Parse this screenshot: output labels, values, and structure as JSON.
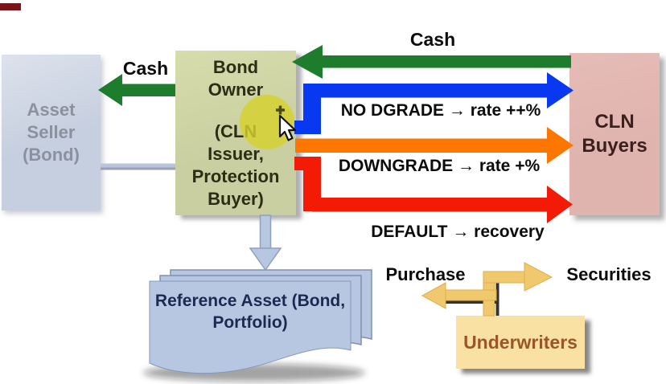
{
  "colors": {
    "arrow_green": "#1d7d2d",
    "arrow_blue": "#0839f0",
    "arrow_orange": "#fd7700",
    "arrow_red": "#f31b06",
    "arrow_yellow": "#f0c96e",
    "shadow_line": "#37332e",
    "asset_box": "#c6cfdf",
    "asset_text": "#8b919e",
    "bond_box": "#c9cfa0",
    "bond_text": "#2b2e15",
    "cln_box": "#dfb3ae",
    "cln_text": "#3a1f1d",
    "und_box": "#f9e1a3",
    "und_text": "#9b5526",
    "doc_blue": "#b7c7e1",
    "doc_text": "#1c2a52",
    "link_blue": "#b9c5dd",
    "highlight": "#d5d12d"
  },
  "boxes": {
    "asset_seller": {
      "lines": [
        "Asset",
        "Seller",
        "(Bond)"
      ]
    },
    "bond_owner": {
      "lines": [
        "Bond",
        "Owner",
        "(CLN",
        "Issuer,",
        "Protection",
        "Buyer)"
      ]
    },
    "cln_buyers": {
      "lines": [
        "CLN",
        "Buyers"
      ]
    },
    "underwriters": {
      "label": "Underwriters"
    },
    "reference_asset": {
      "lines": [
        "Reference Asset",
        "(Bond, Portfolio)"
      ]
    }
  },
  "arrows": {
    "cash_to_seller": {
      "label": "Cash",
      "from": "bond-owner",
      "to": "asset-seller"
    },
    "cash_to_owner": {
      "label": "Cash",
      "from": "cln-buyers",
      "to": "bond-owner"
    },
    "no_downgrade": {
      "label": "NO DGRADE → rate ++%",
      "from": "bond-owner",
      "to": "cln-buyers"
    },
    "downgrade": {
      "label": "DOWNGRADE → rate +%",
      "from": "bond-owner",
      "to": "cln-buyers"
    },
    "default": {
      "label": "DEFAULT → recovery",
      "from": "bond-owner",
      "to": "cln-buyers"
    },
    "purchase": {
      "label": "Purchase",
      "from": "underwriters"
    },
    "securities": {
      "label": "Securities",
      "from": "underwriters"
    }
  },
  "cursor": {
    "icon": "mouse-cursor-with-plus"
  }
}
